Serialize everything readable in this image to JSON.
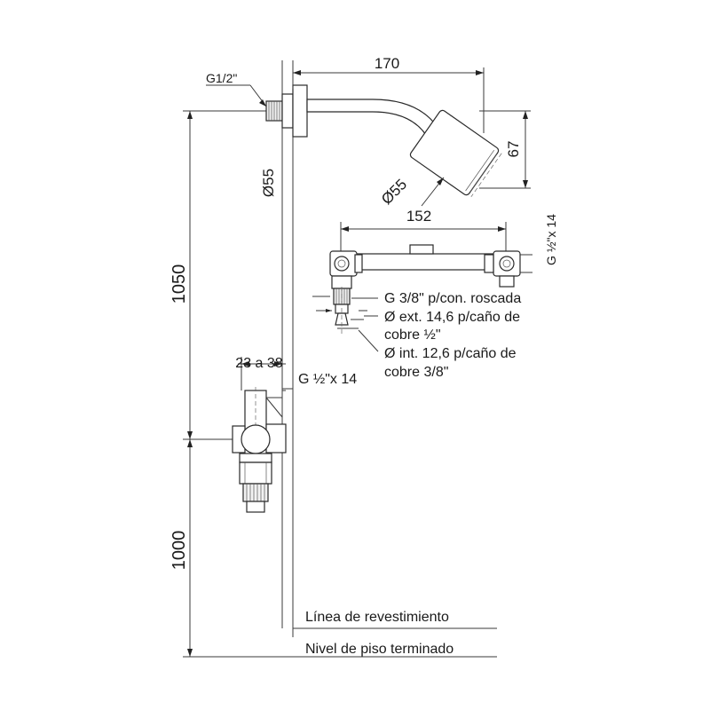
{
  "labels": {
    "g_half_top": "G1/2\"",
    "dim_170": "170",
    "dim_67": "67",
    "dia_55_wall": "Ø55",
    "dia_55_head": "Ø55",
    "dim_152": "152",
    "g_half_x14_right": "G ½\"x 14",
    "dim_1050": "1050",
    "dim_1000": "1000",
    "g_3_8": "G 3/8\" p/con. roscada",
    "ext_line1": "Ø ext. 14,6 p/caño de",
    "ext_line2": "cobre ½\"",
    "int_line1": "Ø int. 12,6 p/caño de",
    "int_line2": "cobre 3/8\"",
    "dim_23_38": "23 a 38",
    "g_half_x14_valve": "G ½\"x 14",
    "linea_revestimiento": "Línea de revestimiento",
    "nivel_piso": "Nivel de piso terminado"
  }
}
